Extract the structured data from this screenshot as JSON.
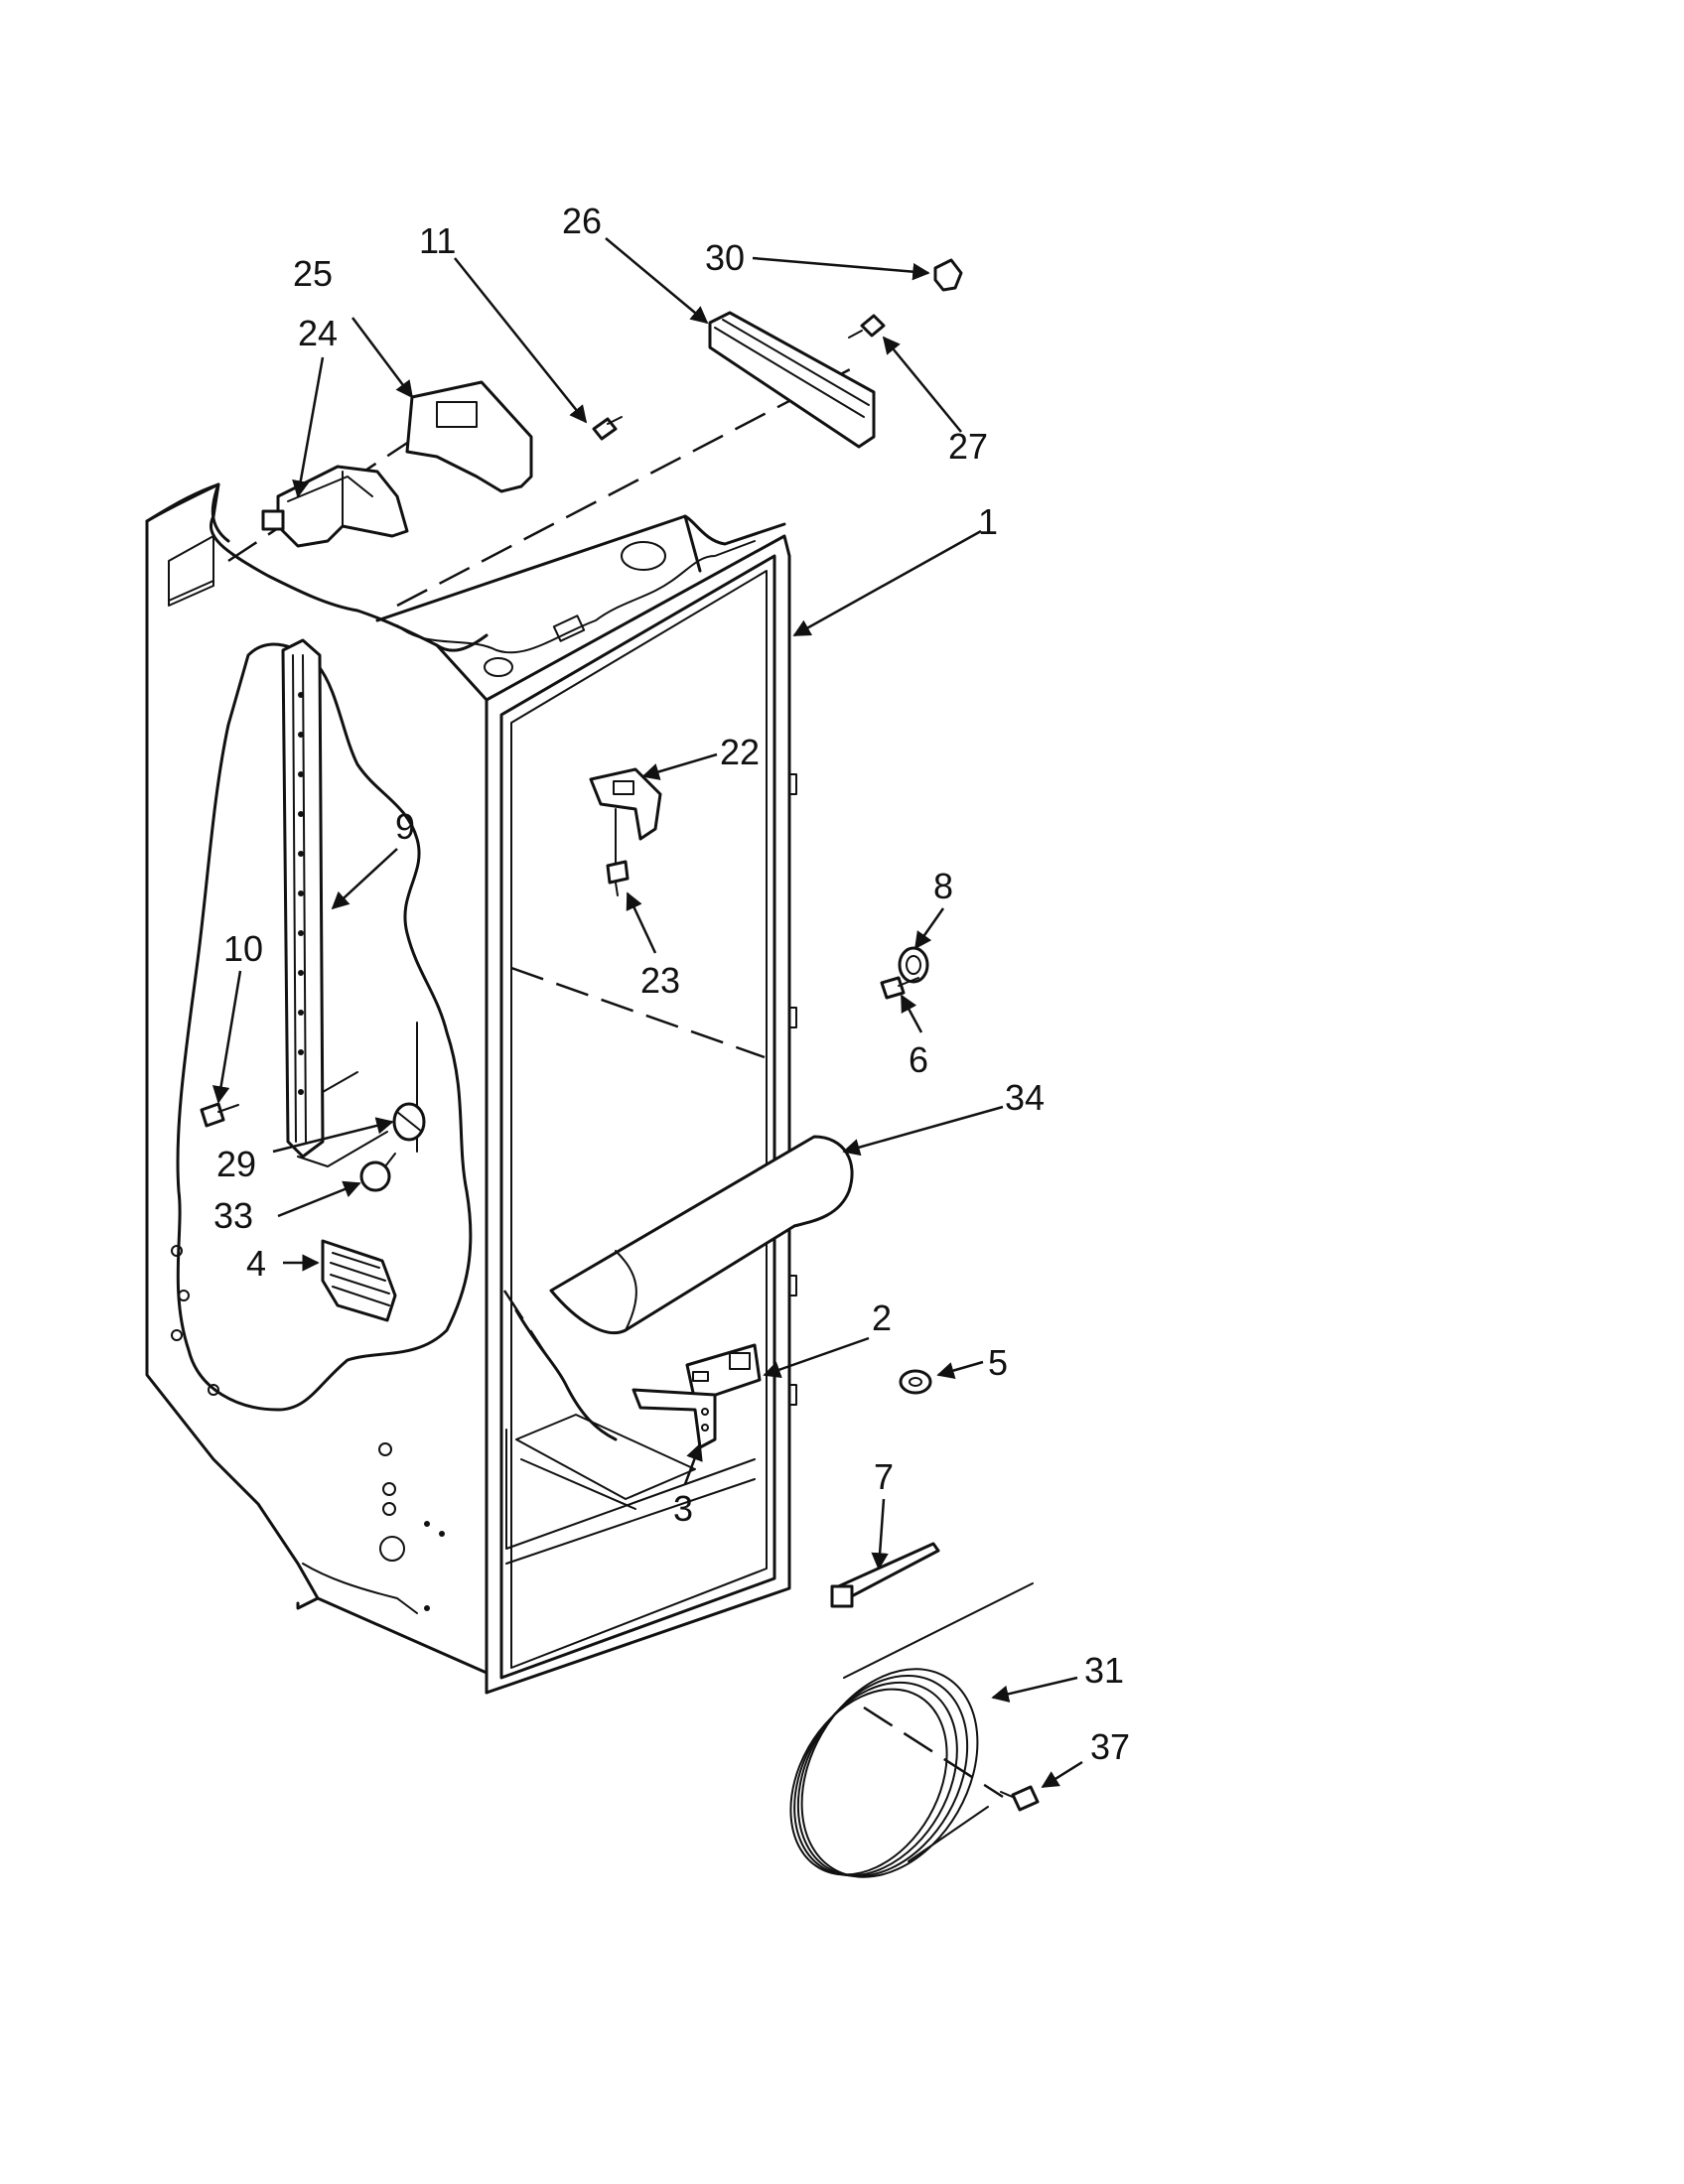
{
  "callouts": [
    {
      "id": "1",
      "label": "1"
    },
    {
      "id": "2",
      "label": "2"
    },
    {
      "id": "3",
      "label": "3"
    },
    {
      "id": "4",
      "label": "4"
    },
    {
      "id": "5",
      "label": "5"
    },
    {
      "id": "6",
      "label": "6"
    },
    {
      "id": "7",
      "label": "7"
    },
    {
      "id": "8",
      "label": "8"
    },
    {
      "id": "9",
      "label": "9"
    },
    {
      "id": "10",
      "label": "10"
    },
    {
      "id": "11",
      "label": "11"
    },
    {
      "id": "22",
      "label": "22"
    },
    {
      "id": "23",
      "label": "23"
    },
    {
      "id": "24",
      "label": "24"
    },
    {
      "id": "25",
      "label": "25"
    },
    {
      "id": "26",
      "label": "26"
    },
    {
      "id": "27",
      "label": "27"
    },
    {
      "id": "29",
      "label": "29"
    },
    {
      "id": "30",
      "label": "30"
    },
    {
      "id": "31",
      "label": "31"
    },
    {
      "id": "33",
      "label": "33"
    },
    {
      "id": "34",
      "label": "34"
    },
    {
      "id": "37",
      "label": "37"
    }
  ],
  "colors": {
    "ink": "#111111",
    "paper": "#ffffff"
  }
}
